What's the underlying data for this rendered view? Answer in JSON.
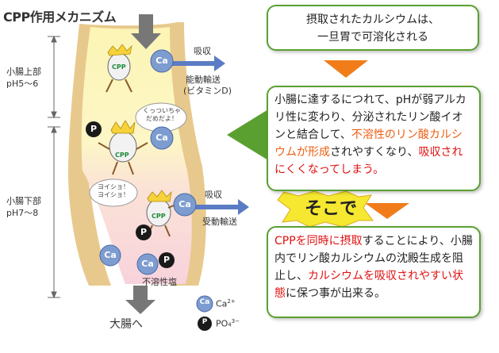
{
  "title": "CPP作用メカニズム",
  "segments": {
    "upper": {
      "name": "小腸上部",
      "ph": "pH5〜6"
    },
    "lower": {
      "name": "小腸下部",
      "ph": "pH7〜8"
    }
  },
  "absorption": {
    "upper": {
      "label": "吸収",
      "type": "能動輸送",
      "note": "(ビタミンD)"
    },
    "lower": {
      "label": "吸収",
      "type": "受動輸送"
    }
  },
  "bubbles": {
    "stuck": "くっついちゃ\nだめだよ！",
    "heave": "ヨイショ！\nヨイショ！"
  },
  "mascot_label": "CPP",
  "ca_symbol": "Ca",
  "p_symbol": "P",
  "insoluble_salt": "不溶性塩",
  "to_large_intestine": "大腸へ",
  "legend": {
    "ca": {
      "symbol": "Ca",
      "text": "Ca",
      "sup": "2+"
    },
    "p": {
      "symbol": "P",
      "text": "PO",
      "sub": "4",
      "sup": "3−"
    }
  },
  "box1": {
    "line1": "摂取されたカルシウムは、",
    "line2": "一旦胃で可溶化される"
  },
  "box2": {
    "t1": "小腸に達するにつれて、pHが弱アルカリ性に変わり、分泌されたリン酸イオンと結合して、",
    "t2": "不溶性のリン酸カルシウムが形成",
    "t3": "されやすくなり、",
    "t4": "吸収されにくくなってしまう。"
  },
  "sokode": "そこで",
  "box3": {
    "t1": "CPPを同時に摂取",
    "t2": "することにより、小腸内でリン酸カルシウムの沈殿生成を阻止し、",
    "t3": "カルシウムを吸収されやすい状態",
    "t4": "に保つ事が出来る。"
  },
  "colors": {
    "box_border": "#5aa031",
    "arrow_orange": "#f07d1a",
    "arrow_green": "#5aa031",
    "highlight_red": "#e0100f",
    "highlight_orange": "#ee5e11",
    "ca_ball": "#7d9cd0",
    "intestine_wall": "#e8c98d",
    "intestine_upper": "#fcf6b9",
    "intestine_lower": "#f9d6de"
  }
}
